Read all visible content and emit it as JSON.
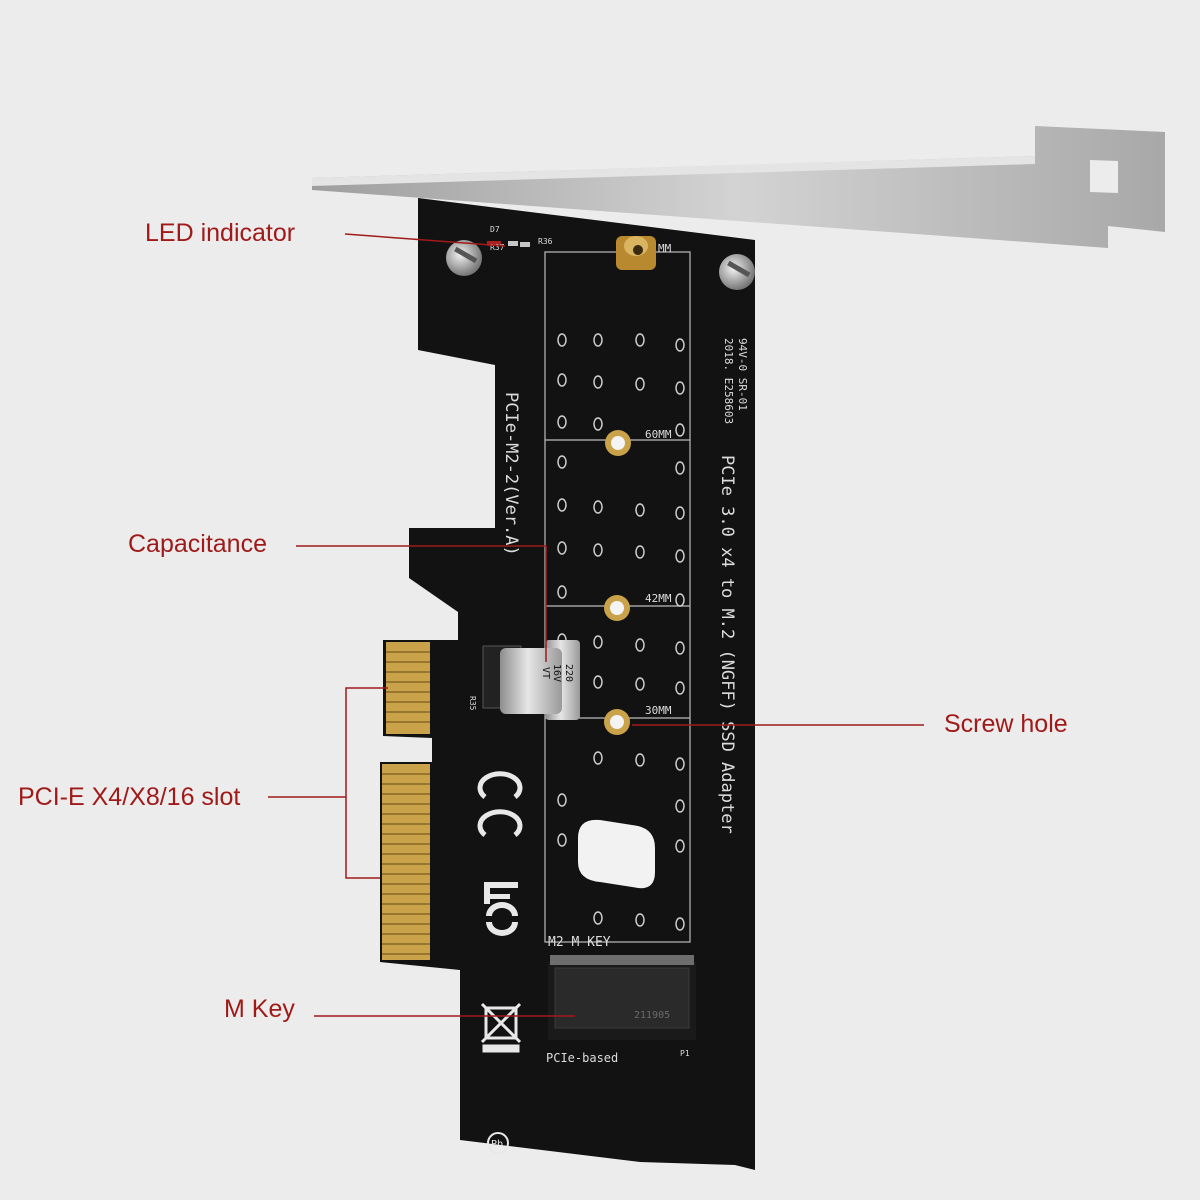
{
  "callouts": {
    "led_indicator": "LED indicator",
    "capacitance": "Capacitance",
    "screw_hole": "Screw hole",
    "pcie_slot": "PCI-E X4/X8/16 slot",
    "m_key": "M Key"
  },
  "board": {
    "model": "PCIe-M2-2(Ver.A)",
    "title": "PCIe 3.0 x4 to M.2 (NGFF) SSD Adapter",
    "cert_line1": "94V-0 SR-01",
    "cert_line2": "2018. E258603",
    "size_60": "60MM",
    "size_42": "42MM",
    "size_30": "30MM",
    "size_top": "MM",
    "m2_key": "M2 M KEY",
    "pcie_based": "PCIe-based",
    "led_ref": "D7",
    "res_ref1": "R37",
    "res_ref2": "R36",
    "res_ref3": "R35",
    "p1": "P1",
    "cap_value": "220",
    "cap_voltage": "16V",
    "cap_series": "VT",
    "connector_code": "211905"
  },
  "colors": {
    "pcb": "#121212",
    "bracket": "#b9b9b9",
    "gold": "#c9a24a",
    "callout": "#a01a1a",
    "background": "#ececec"
  }
}
